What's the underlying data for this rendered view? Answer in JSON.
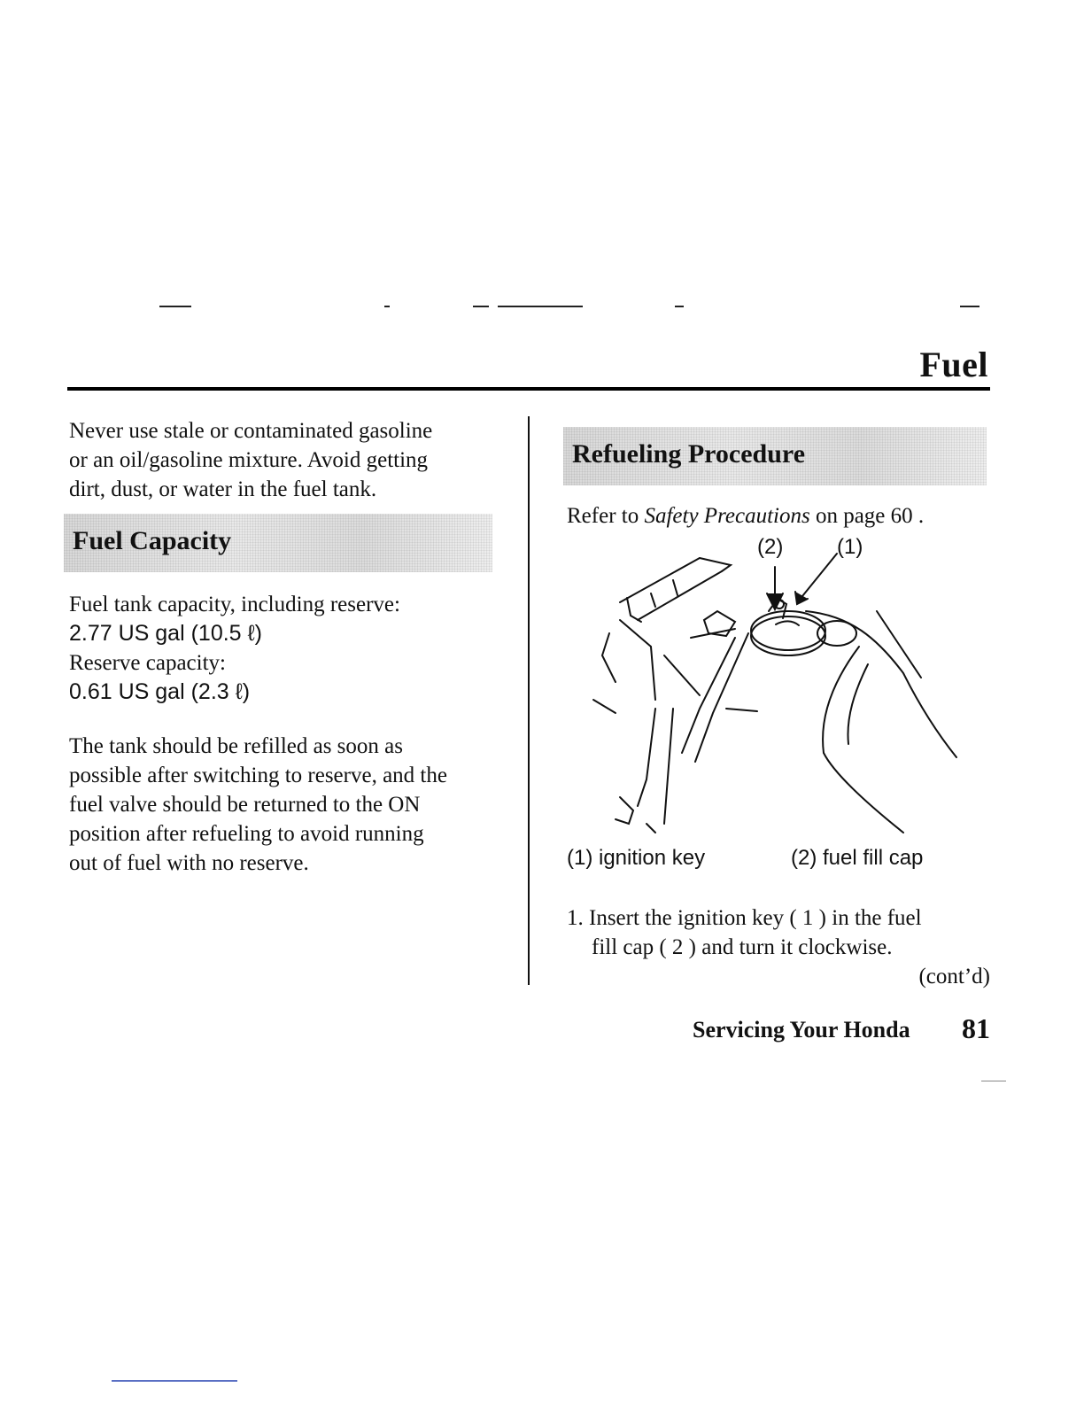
{
  "header": {
    "section_title": "Fuel"
  },
  "left": {
    "intro": [
      "Never use stale or contaminated gasoline",
      "or an oil/gasoline mixture. Avoid getting",
      "dirt, dust, or water in the fuel tank."
    ],
    "capacity_heading": "Fuel Capacity",
    "capacity_label": "Fuel tank capacity, including reserve:",
    "capacity_value": "2.77 US gal (10.5 ℓ)",
    "reserve_label": "Reserve capacity:",
    "reserve_value": "0.61 US gal (2.3 ℓ)",
    "refill_note": [
      "The tank should be refilled as soon as",
      "possible after switching to reserve, and the",
      "fuel valve should be returned to the ON",
      "position after refueling to avoid running",
      "out of fuel with no reserve."
    ]
  },
  "right": {
    "procedure_heading": "Refueling Procedure",
    "refer_prefix": "Refer to ",
    "refer_italic": "Safety Precautions",
    "refer_suffix": " on page  60 .",
    "callout_2": "(2)",
    "callout_1": "(1)",
    "caption_1": "(1) ignition key",
    "caption_2": "(2) fuel fill cap",
    "step_1_line_1": "1. Insert the ignition key ( 1 ) in the fuel",
    "step_1_line_2": "fill cap ( 2 ) and turn it clockwise.",
    "contd": "(cont’d)"
  },
  "footer": {
    "chapter": "Servicing Your Honda",
    "page_number": "81"
  }
}
